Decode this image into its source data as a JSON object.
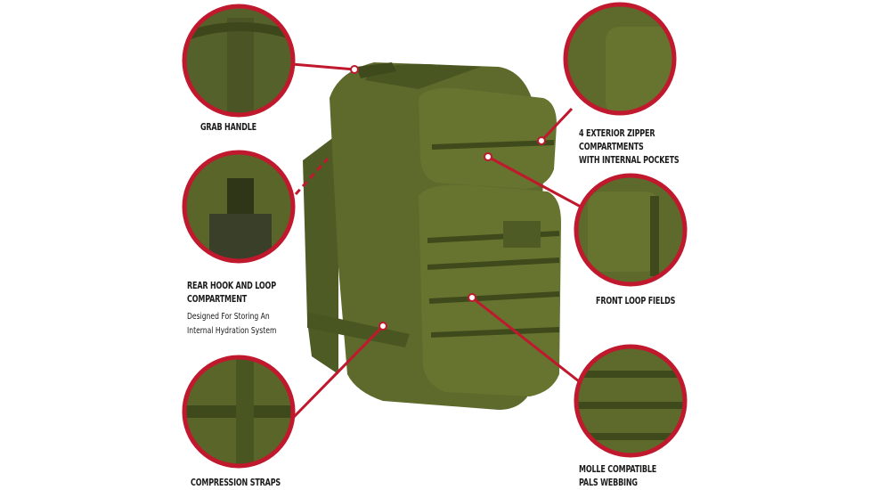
{
  "callouts": {
    "grab_handle": "GRAB HANDLE",
    "rear_hook_title_1": "REAR HOOK AND LOOP",
    "rear_hook_title_2": "COMPARTMENT",
    "rear_hook_desc_1": "Designed For Storing An",
    "rear_hook_desc_2": "Internal Hydration System",
    "compression_straps": "COMPRESSION STRAPS",
    "zipper_1": "4 EXTERIOR ZIPPER",
    "zipper_2": "COMPARTMENTS",
    "zipper_3": "WITH INTERNAL POCKETS",
    "front_loop": "FRONT LOOP FIELDS",
    "molle_1": "MOLLE COMPATIBLE",
    "molle_2": "PALS WEBBING"
  },
  "colors": {
    "accent": "#c0182d",
    "olive": "#5d6a2c",
    "olive_dark": "#3f4a1c"
  }
}
